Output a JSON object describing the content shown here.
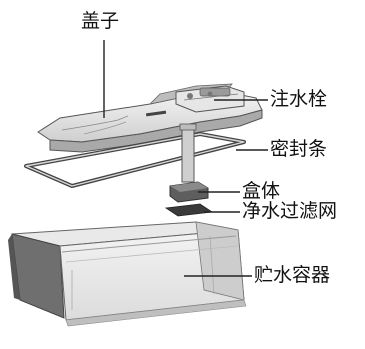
{
  "labels": {
    "lid": "盖子",
    "fill_plug": "注水栓",
    "seal_strip": "密封条",
    "box": "盒体",
    "filter": "净水过滤网",
    "reservoir": "贮水容器"
  }
}
